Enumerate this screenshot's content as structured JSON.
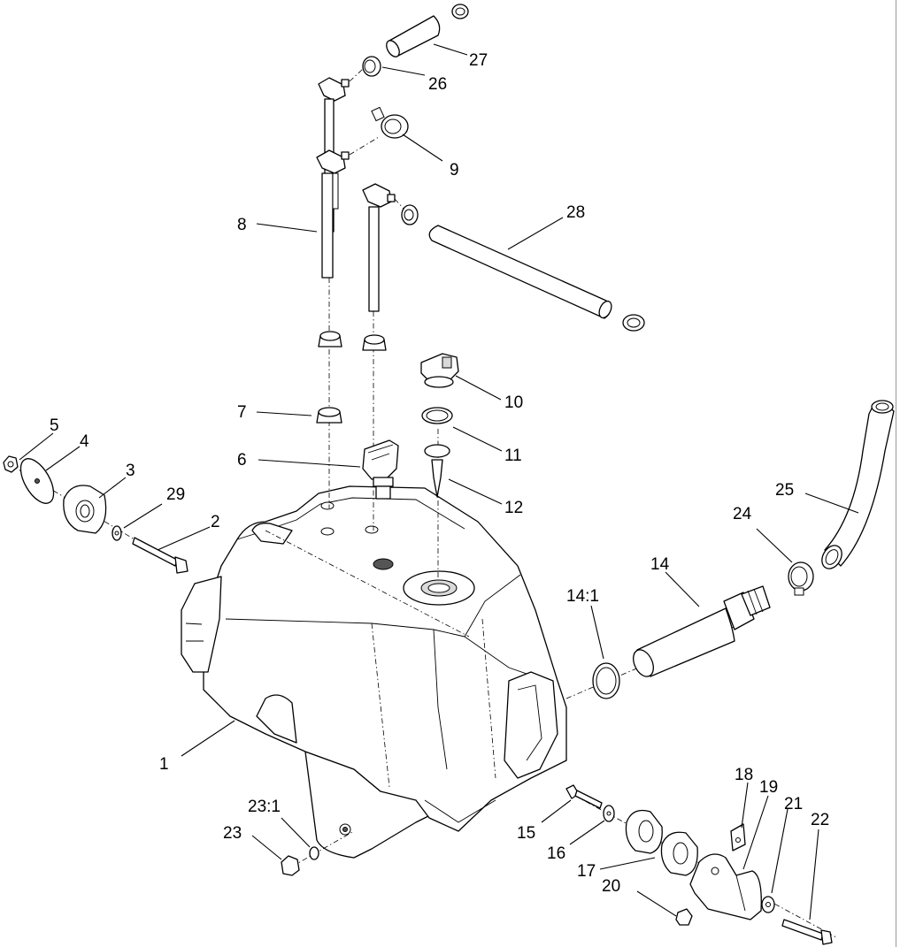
{
  "callouts": {
    "c1": "1",
    "c2": "2",
    "c3": "3",
    "c4": "4",
    "c5": "5",
    "c6": "6",
    "c7": "7",
    "c8": "8",
    "c9": "9",
    "c10": "10",
    "c11": "11",
    "c12": "12",
    "c14": "14",
    "c14_1": "14:1",
    "c15": "15",
    "c16": "16",
    "c17": "17",
    "c18": "18",
    "c19": "19",
    "c20": "20",
    "c21": "21",
    "c22": "22",
    "c23": "23",
    "c23_1": "23:1",
    "c24": "24",
    "c25": "25",
    "c26": "26",
    "c27": "27",
    "c28": "28",
    "c29": "29"
  }
}
